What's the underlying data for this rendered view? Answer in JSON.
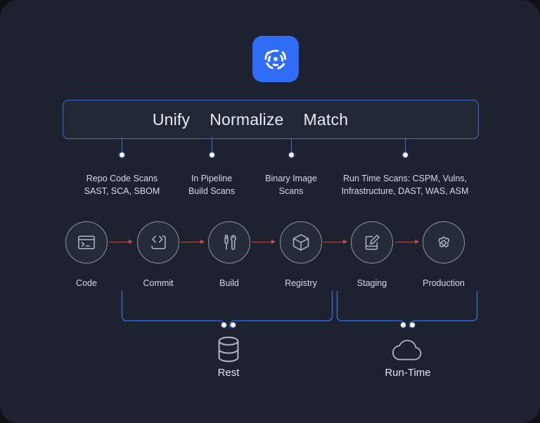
{
  "background": {
    "page": "#1e2230",
    "accent_blue": "#3b6fd4",
    "arrow_red": "#b5554a",
    "logo_blue": "#2f6df6"
  },
  "logo": {
    "icon": "atom-orbit-icon",
    "alt": "atom logo"
  },
  "header": {
    "words": [
      "Unify",
      "Normalize",
      "Match"
    ]
  },
  "scan_captions": [
    {
      "line1": "Repo Code Scans",
      "line2": "SAST, SCA, SBOM"
    },
    {
      "line1": "In Pipeline",
      "line2": "Build Scans"
    },
    {
      "line1": "Binary Image",
      "line2": "Scans"
    },
    {
      "line1": "Run Time Scans: CSPM, Vulns,",
      "line2": "Infrastructure, DAST, WAS, ASM"
    }
  ],
  "pipeline": {
    "nodes": [
      {
        "label": "Code",
        "icon": "terminal-icon"
      },
      {
        "label": "Commit",
        "icon": "code-brackets-icon"
      },
      {
        "label": "Build",
        "icon": "screwdriver-wrench-icon"
      },
      {
        "label": "Registry",
        "icon": "cube-icon"
      },
      {
        "label": "Staging",
        "icon": "document-pencil-icon"
      },
      {
        "label": "Production",
        "icon": "gear-icon"
      }
    ]
  },
  "groups": [
    {
      "label": "Rest",
      "icon": "database-cylinder-icon"
    },
    {
      "label": "Run-Time",
      "icon": "cloud-icon"
    }
  ]
}
